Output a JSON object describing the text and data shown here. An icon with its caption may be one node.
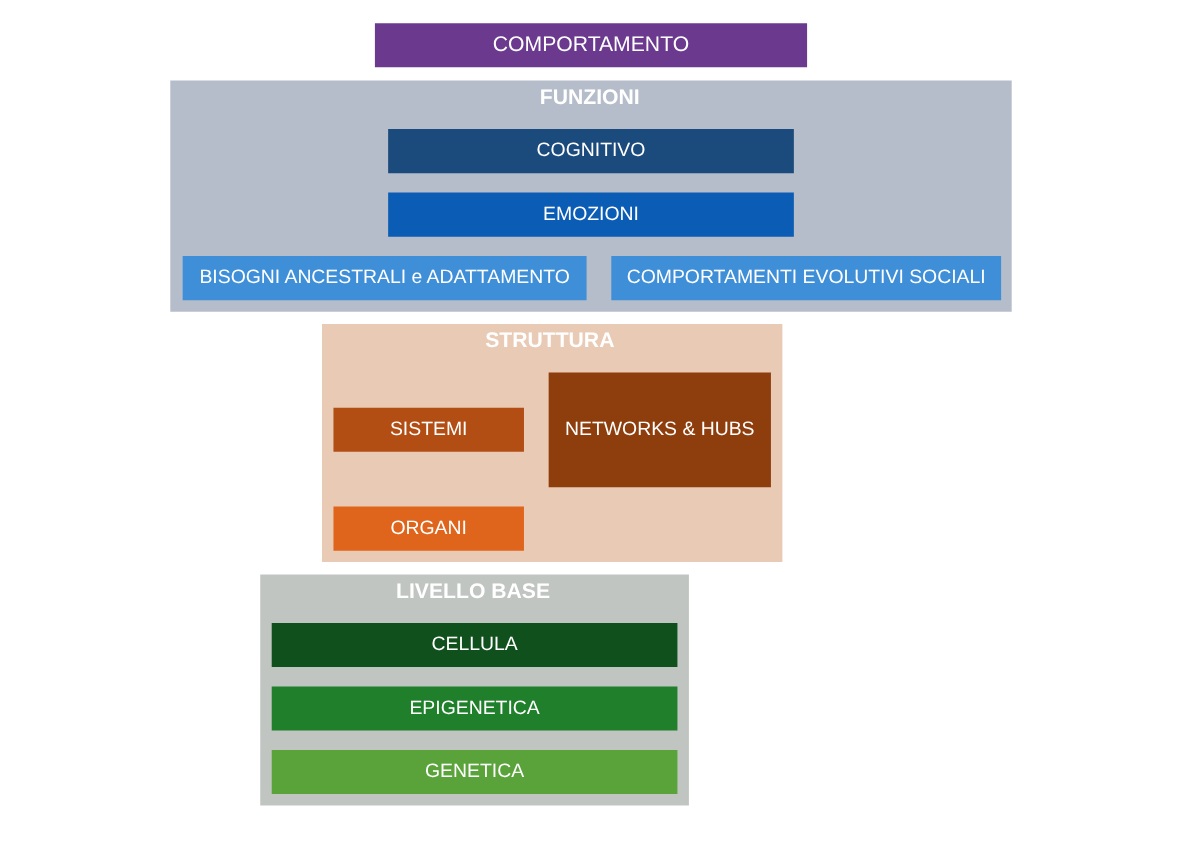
{
  "diagram": {
    "nodes": [
      {
        "text": [
          "COMPORTAMENTO"
        ]
      },
      {
        "text": [
          "FUNZIONI"
        ]
      },
      {
        "text": [
          "COGNITIVO"
        ],
        "in": 1
      },
      {
        "text": [
          "EMOZIONI"
        ],
        "in": 1
      },
      {
        "text": [
          "BISOGNI ANCESTRALI e ADATTAMENTO"
        ],
        "in": 1
      },
      {
        "text": [
          "COMPORTAMENTI EVOLUTIVI SOCIALI"
        ],
        "in": 1
      },
      {
        "text": [
          "STRUTTURA"
        ]
      },
      {
        "text": [
          "SISTEMI"
        ],
        "in": 6
      },
      {
        "text": [
          "ORGANI"
        ],
        "in": 6
      },
      {
        "text": [
          "NETWORKS & HUBS"
        ],
        "in": 6
      },
      {
        "text": [
          "LIVELLO BASE"
        ]
      },
      {
        "text": [
          "CELLULA"
        ],
        "in": 10
      },
      {
        "text": [
          "EPIGENETICA"
        ],
        "in": 10
      },
      {
        "text": [
          "GENETICA"
        ],
        "in": 10
      }
    ],
    "edges": []
  }
}
